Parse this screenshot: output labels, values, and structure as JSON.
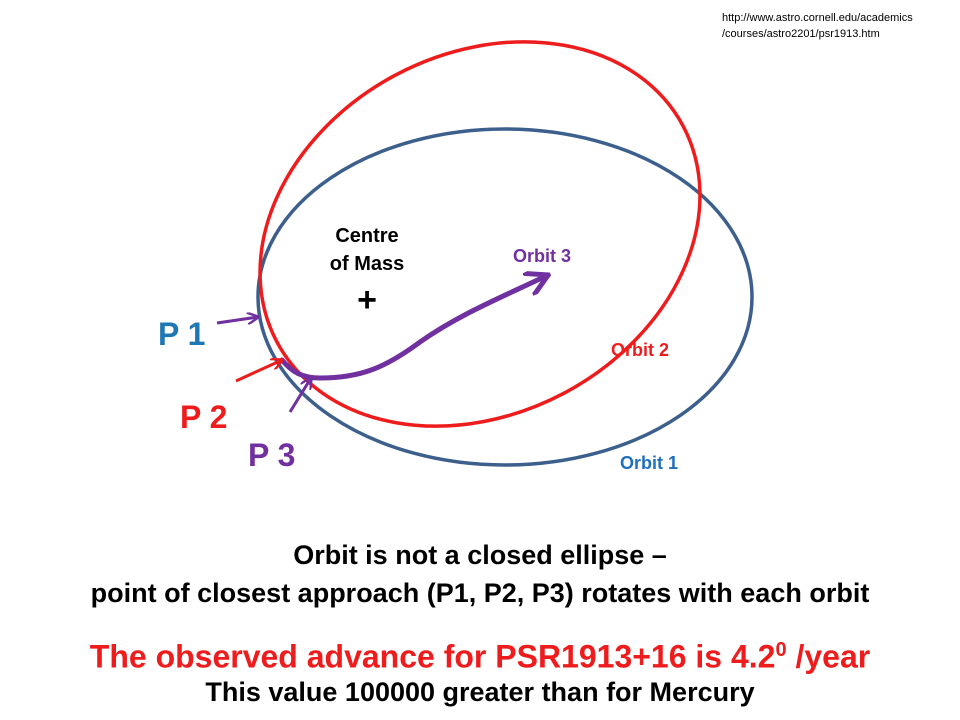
{
  "source": {
    "line1": "http://www.astro.cornell.edu/academics",
    "line2": "/courses/astro2201/psr1913.htm"
  },
  "diagram": {
    "centre_line1": "Centre",
    "centre_line2": "of Mass",
    "centre_marker": "+",
    "orbit1_label": "Orbit 1",
    "orbit2_label": "Orbit 2",
    "orbit3_label": "Orbit 3",
    "p1_label": "P 1",
    "p2_label": "P 2",
    "p3_label": "P 3"
  },
  "caption": {
    "line1": "Orbit is not a closed ellipse –",
    "line2": "point of closest approach (P1, P2, P3) rotates with each orbit",
    "line3_main": "The observed advance for PSR1913+16 is 4.2",
    "line3_sup": "0",
    "line3_unit": " /year",
    "line4": "This value 100000 greater than for Mercury"
  },
  "colors": {
    "orbit1": "#3C5F8C",
    "orbit2": "#EE1C1C",
    "orbit3": "#7030A0",
    "p1": "#1F78B4",
    "p2": "#EE1C1C",
    "p3": "#7030A0",
    "orbit1_text": "#1F6FBF",
    "highlight": "#EE1C1C"
  }
}
